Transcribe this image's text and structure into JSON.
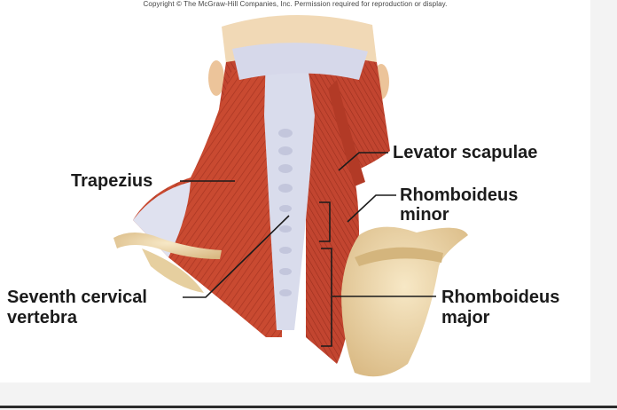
{
  "copyright": "Copyright © The McGraw-Hill Companies, Inc. Permission required for reproduction or display.",
  "labels": {
    "trapezius": "Trapezius",
    "levator_scapulae": "Levator scapulae",
    "rhomboideus_minor_line1": "Rhomboideus",
    "rhomboideus_minor_line2": "minor",
    "seventh_cervical_line1": "Seventh cervical",
    "seventh_cervical_line2": "vertebra",
    "rhomboideus_major_line1": "Rhomboideus",
    "rhomboideus_major_line2": "major"
  },
  "colors": {
    "muscle": "#c8472e",
    "muscle_dark": "#9e2e1e",
    "tendon": "#d9dcec",
    "bone": "#ecd7ac",
    "skin": "#f1d9b6",
    "leader_line": "#1b1b1b"
  }
}
